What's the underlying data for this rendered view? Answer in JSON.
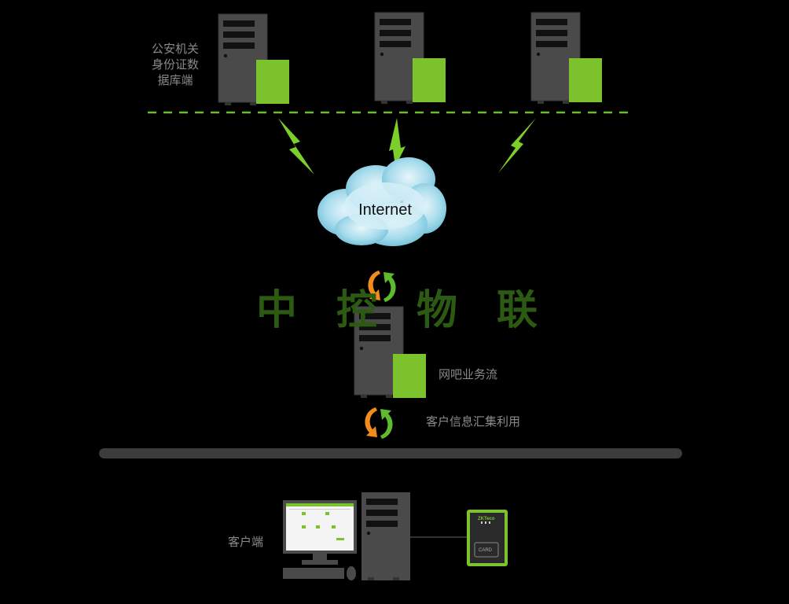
{
  "labels": {
    "public_security_db": "公安机关\n身份证数\n据库端",
    "cloud": "Internet",
    "internet_cafe_flow": "网吧业务流",
    "customer_info": "客户信息汇集利用",
    "client_side": "客户端"
  },
  "watermark": [
    "中",
    "控",
    "物",
    "联"
  ],
  "reader": {
    "brand": "ZKTeco",
    "card_text": "CARD"
  },
  "colors": {
    "background": "#000000",
    "server_body": "#4a4a4a",
    "server_panel": "#7cc22c",
    "dashed_line": "#6dbb2d",
    "bus_bar": "#3c3c3c",
    "bolt": "#7ccf2a",
    "arrow_orange": "#f28c1a",
    "arrow_green": "#5dbb2d",
    "label_text": "#8a8a8a",
    "watermark": "#2c5a12"
  }
}
